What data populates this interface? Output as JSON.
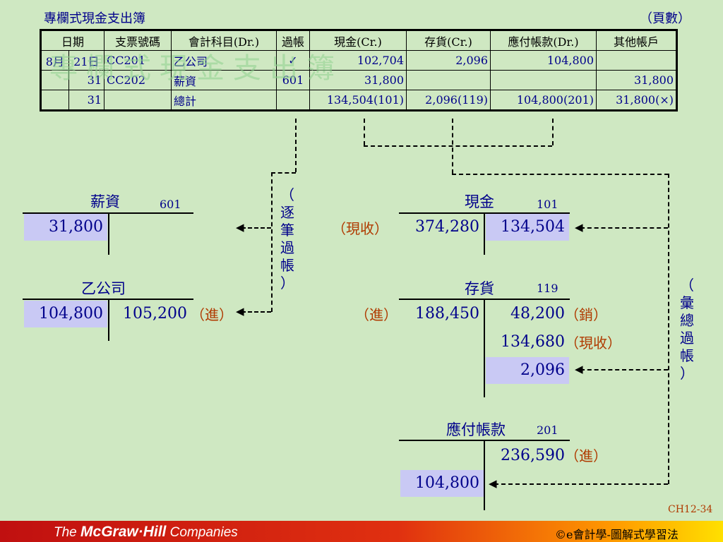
{
  "title_left": "專欄式現金支出簿",
  "title_right": "（頁數）",
  "watermark": "專欄式現金支出簿",
  "journal": {
    "headers": [
      "日期",
      "支票號碼",
      "會計科目(Dr.)",
      "過帳",
      "現金(Cr.)",
      "存貨(Cr.)",
      "應付帳款(Dr.)",
      "其他帳戶"
    ],
    "rows": [
      [
        "8月",
        "21日",
        "CC201",
        "乙公司",
        "✓",
        "102,704",
        "2,096",
        "104,800",
        ""
      ],
      [
        "",
        "31",
        "CC202",
        "薪資",
        "601",
        "31,800",
        "",
        "",
        "31,800"
      ],
      [
        "",
        "31",
        "",
        "總計",
        "",
        "134,504(101)",
        "2,096(119)",
        "104,800(201)",
        "31,800(×)"
      ]
    ]
  },
  "accounts": {
    "salary": {
      "name": "薪資",
      "number": "601",
      "debit": "31,800"
    },
    "companyB": {
      "name": "乙公司",
      "debit": "104,800",
      "credit": "105,200",
      "note": "（進）"
    },
    "cash": {
      "name": "現金",
      "number": "101",
      "debit": "374,280",
      "credit": "134,504",
      "note_left": "（現收）"
    },
    "inventory": {
      "name": "存貨",
      "number": "119",
      "debit": "188,450",
      "credit1": "48,200",
      "credit2": "134,680",
      "credit3": "2,096",
      "note_left": "（進）",
      "note1": "（銷）",
      "note2": "（現收）"
    },
    "payable": {
      "name": "應付帳款",
      "number": "201",
      "credit": "236,590",
      "debit": "104,800",
      "note": "（進）"
    }
  },
  "labels": {
    "individual_posting": [
      "（",
      "逐",
      "筆",
      "過",
      "帳",
      "）"
    ],
    "summary_posting": [
      "（",
      "彙",
      "總",
      "過",
      "帳",
      "）"
    ]
  },
  "page_number": "CH12-34",
  "footer": {
    "brand_the": "The",
    "brand_name": "McGraw·Hill",
    "brand_tail": "Companies",
    "right": "©e會計學-圖解式學習法"
  }
}
